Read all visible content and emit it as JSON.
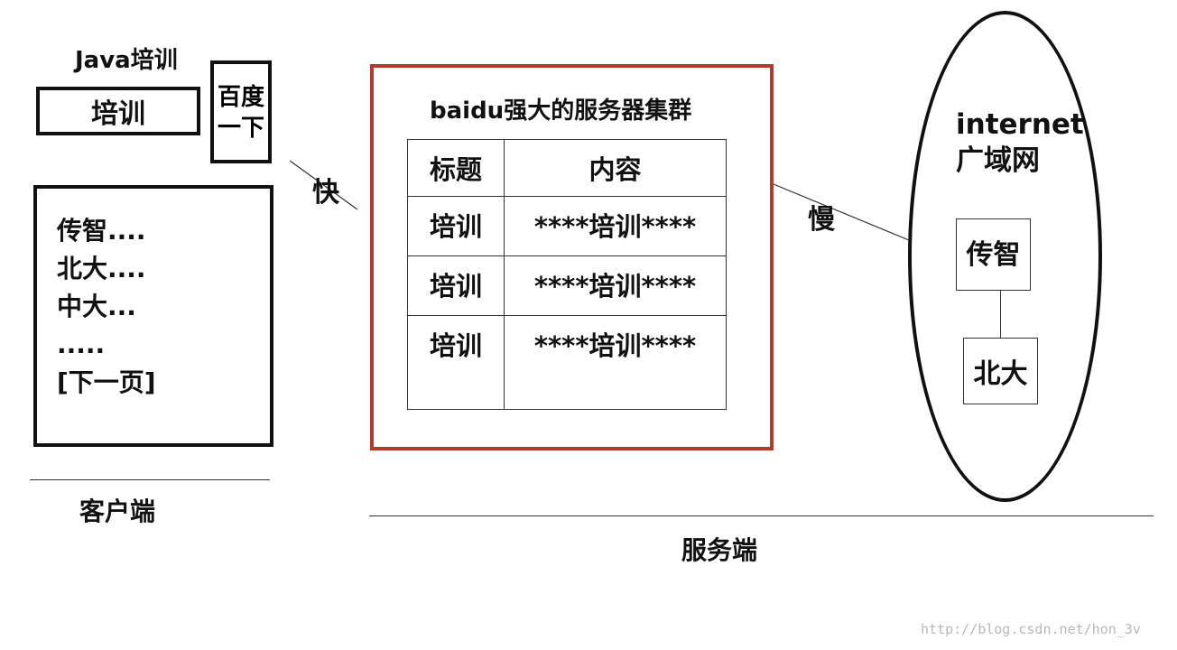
{
  "client": {
    "title": "Java培训",
    "search_value": "培训",
    "search_button": {
      "line1": "百度",
      "line2": "一下"
    },
    "results": [
      "传智....",
      "北大....",
      "中大...",
      "....."
    ],
    "next_page": "[下一页]",
    "label": "客户端"
  },
  "connectors": {
    "fast": "快",
    "slow": "慢"
  },
  "server": {
    "cluster_title": "baidu强大的服务器集群",
    "table": {
      "headers": [
        "标题",
        "内容"
      ],
      "rows": [
        [
          "培训",
          "****培训****"
        ],
        [
          "培训",
          "****培训****"
        ],
        [
          "培训",
          "****培训****"
        ]
      ]
    },
    "label": "服务端"
  },
  "internet": {
    "title_line1": "internet",
    "title_line2": "广域网",
    "nodes": [
      "传智",
      "北大"
    ]
  },
  "watermark": "http://blog.csdn.net/hon_3v",
  "colors": {
    "cluster_border": "#b33a2e",
    "ink": "#111111"
  }
}
